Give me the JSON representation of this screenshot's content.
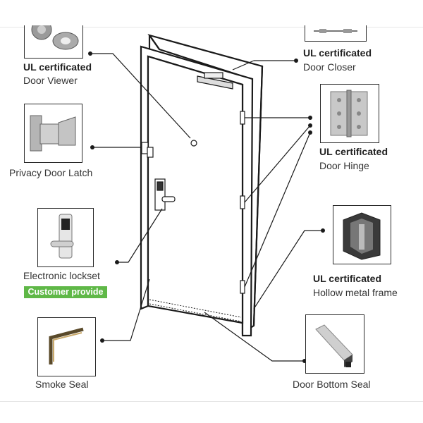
{
  "callouts": {
    "door_viewer": {
      "certification": "UL certificated",
      "name": "Door Viewer"
    },
    "door_closer": {
      "certification": "UL certificated",
      "name": "Door Closer"
    },
    "privacy_latch": {
      "name": "Privacy Door Latch"
    },
    "door_hinge": {
      "certification": "UL certificated",
      "name": "Door Hinge"
    },
    "lockset": {
      "name": "Electronic lockset",
      "badge": "Customer provide"
    },
    "frame": {
      "certification": "UL certificated",
      "name": "Hollow metal frame"
    },
    "smoke_seal": {
      "name": "Smoke Seal"
    },
    "bottom_seal": {
      "name": "Door Bottom Seal"
    }
  },
  "colors": {
    "badge": "#5fb847",
    "line": "#1a1a1a",
    "text": "#2a2a2a"
  }
}
